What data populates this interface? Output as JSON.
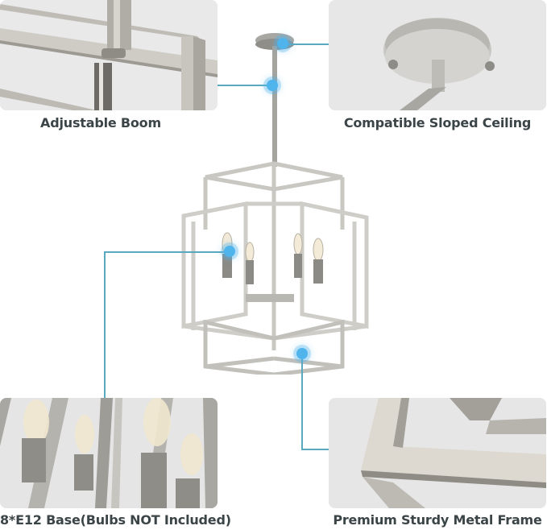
{
  "features": [
    {
      "id": "boom",
      "caption": "Adjustable Boom"
    },
    {
      "id": "ceiling",
      "caption": "Compatible Sloped Ceiling"
    },
    {
      "id": "bulbs",
      "caption": "8*E12 Base(Bulbs NOT Included)"
    },
    {
      "id": "frame",
      "caption": "Premium Sturdy Metal Frame"
    }
  ],
  "colors": {
    "accent_line": "#5aa9c0",
    "hotspot": "#4fb4ec",
    "caption_text": "#3b4447",
    "panel_bg": "#e8e8e8",
    "metal": "#b9b7b1"
  }
}
